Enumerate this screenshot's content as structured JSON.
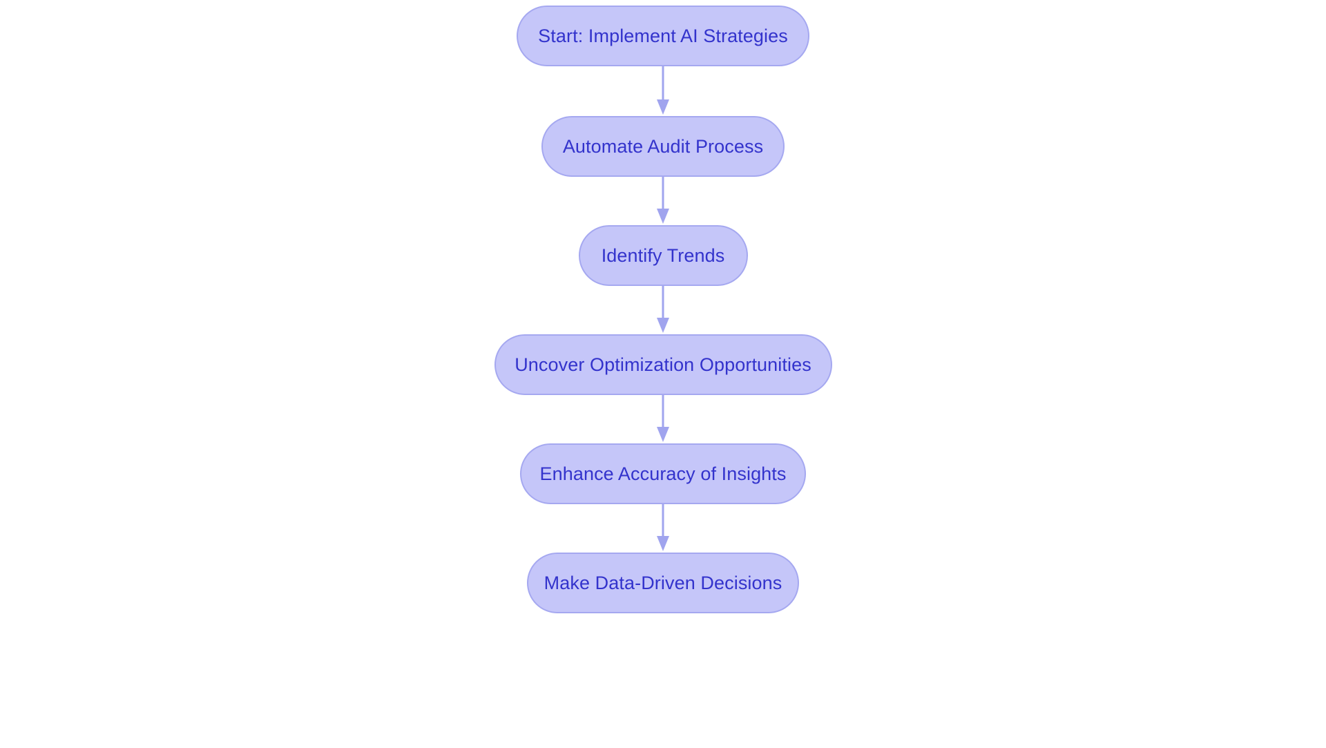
{
  "diagram": {
    "type": "flowchart",
    "orientation": "top-to-bottom",
    "background_color": "#ffffff",
    "node_fill_color": "#c5c6f9",
    "node_border_color": "#a5a8f0",
    "node_text_color": "#3333cc",
    "connector_color": "#a0a4ee",
    "node_count": 6,
    "connector_count": 5,
    "nodes": [
      {
        "id": "start",
        "label": "Start: Implement AI Strategies"
      },
      {
        "id": "automate",
        "label": "Automate Audit Process"
      },
      {
        "id": "trends",
        "label": "Identify Trends"
      },
      {
        "id": "optimization",
        "label": "Uncover Optimization Opportunities"
      },
      {
        "id": "accuracy",
        "label": "Enhance Accuracy of Insights"
      },
      {
        "id": "decisions",
        "label": "Make Data-Driven Decisions"
      }
    ],
    "edges": [
      {
        "from": "start",
        "to": "automate",
        "arrow": "down-arrow"
      },
      {
        "from": "automate",
        "to": "trends",
        "arrow": "down-arrow"
      },
      {
        "from": "trends",
        "to": "optimization",
        "arrow": "down-arrow"
      },
      {
        "from": "optimization",
        "to": "accuracy",
        "arrow": "down-arrow"
      },
      {
        "from": "accuracy",
        "to": "decisions",
        "arrow": "down-arrow"
      }
    ]
  }
}
